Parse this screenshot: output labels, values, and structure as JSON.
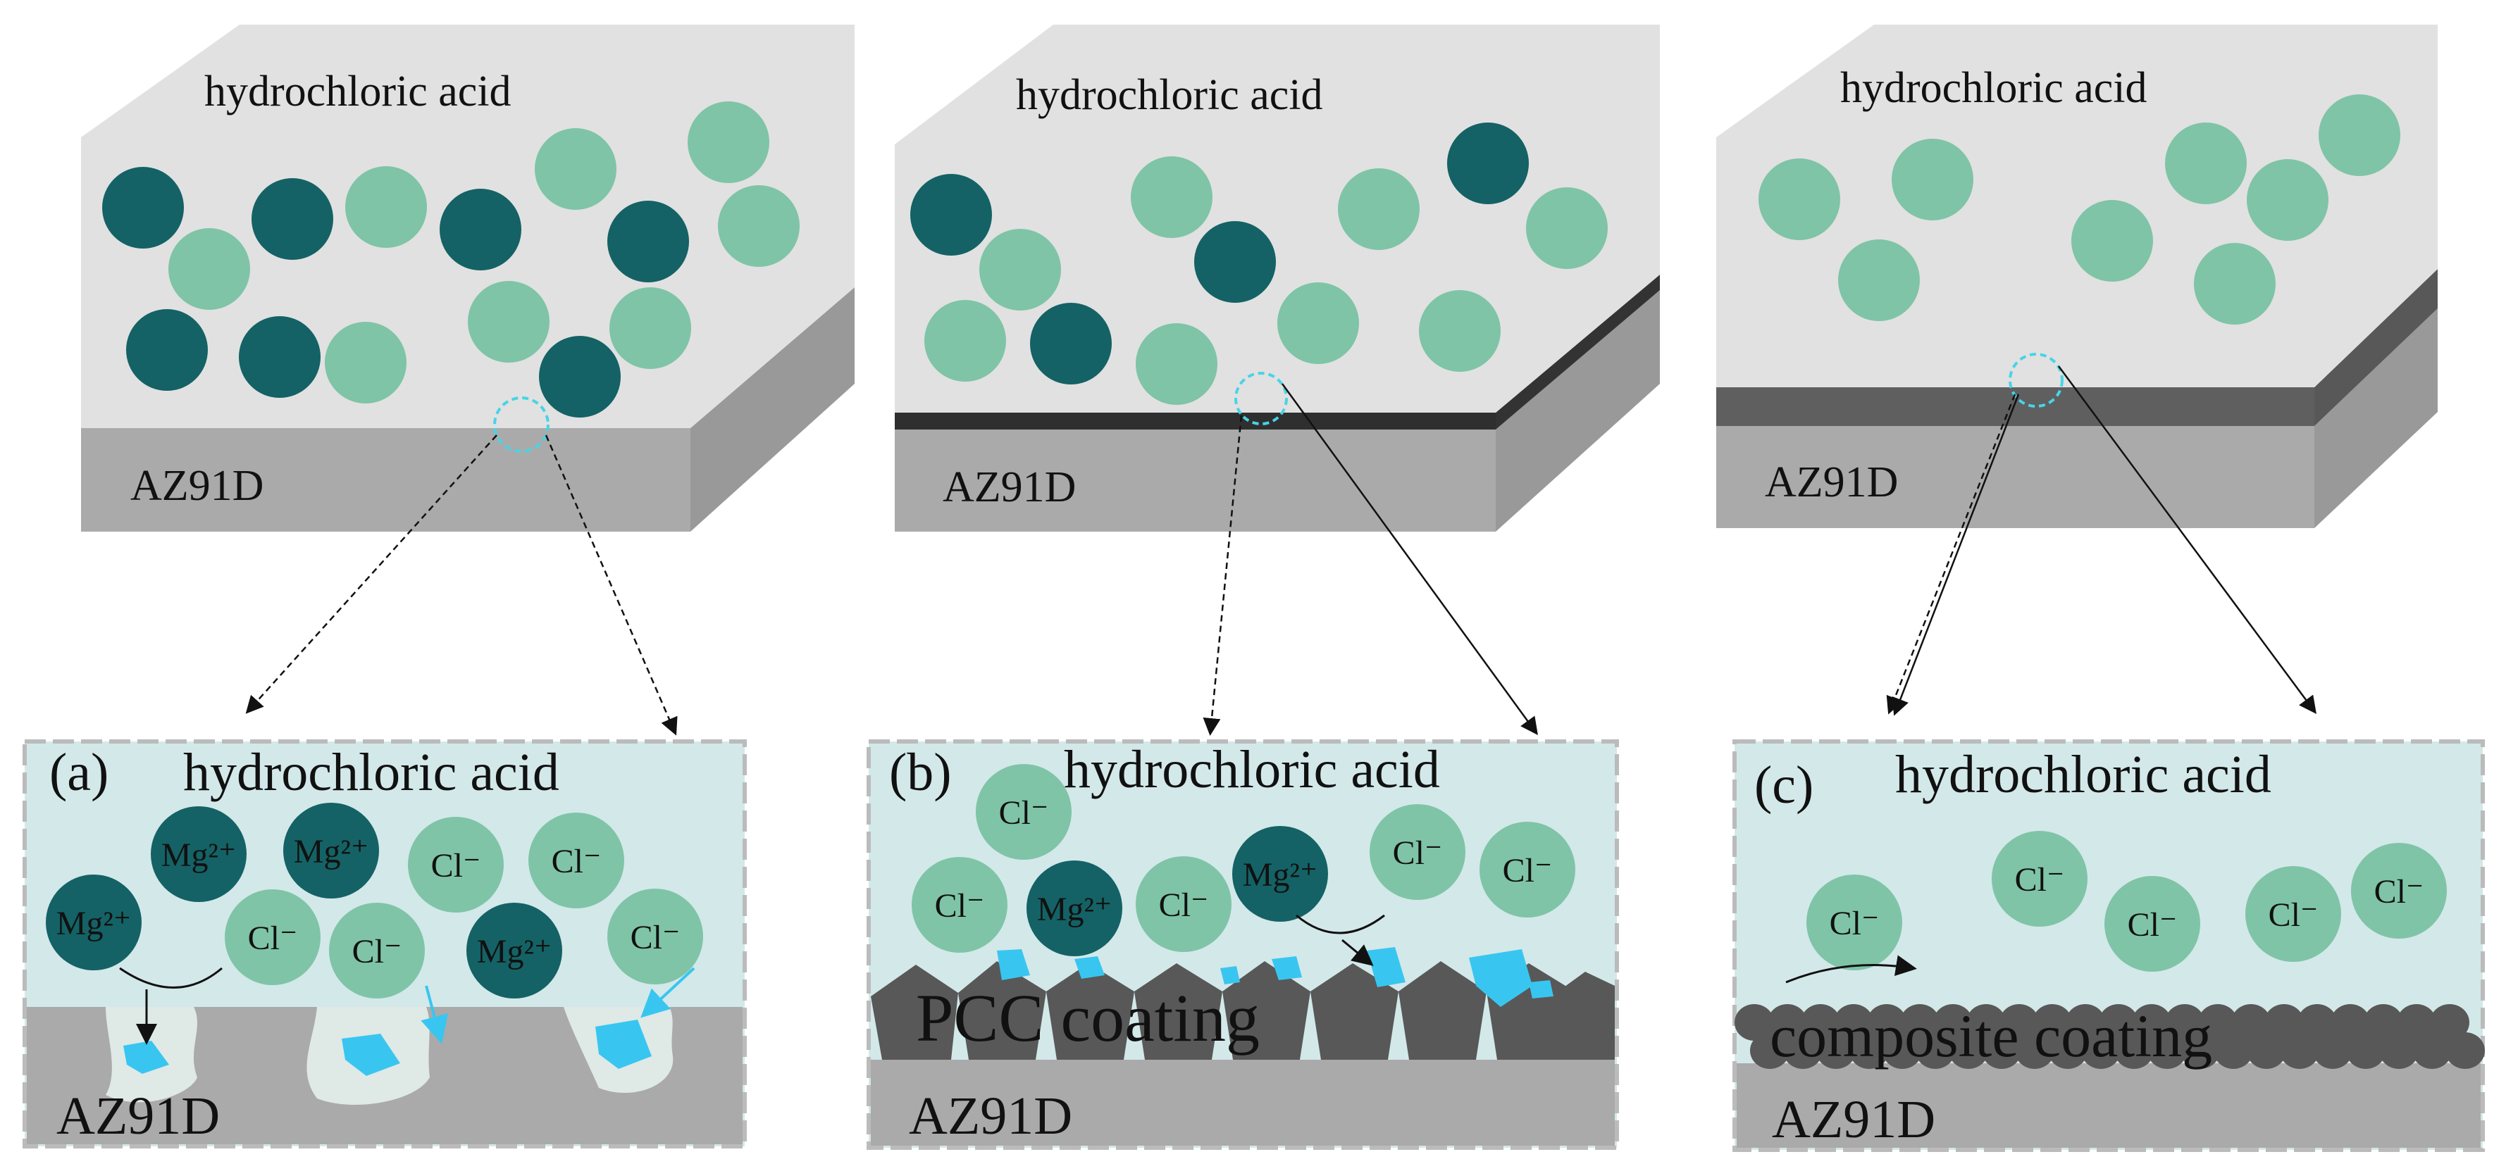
{
  "colors": {
    "acid_top": "#e1e1e1",
    "substrate_front": "#aaaaaa",
    "substrate_side": "#999999",
    "dark_ion": "#146265",
    "light_ion": "#7fc4a7",
    "panel_bg": "#d3e8e9",
    "panel_border": "#bbbbbb",
    "coating": "#585858",
    "corrosion_product": "#38c6f0",
    "pit": "#dfe9e6",
    "zoom_circle": "#47d4e6"
  },
  "top_blocks": [
    {
      "acid_label": "hydrochloric acid",
      "substrate_label": "AZ91D"
    },
    {
      "acid_label": "hydrochloric acid",
      "substrate_label": "AZ91D"
    },
    {
      "acid_label": "hydrochloric acid",
      "substrate_label": "AZ91D"
    }
  ],
  "panels": [
    {
      "letter": "(a)",
      "title": "hydrochloric acid",
      "substrate_label": "AZ91D",
      "ions": [
        "Mg²⁺",
        "Mg²⁺",
        "Mg²⁺",
        "Cl⁻",
        "Cl⁻",
        "Cl⁻",
        "Cl⁻",
        "Mg²⁺",
        "Cl⁻"
      ]
    },
    {
      "letter": "(b)",
      "title": "hydrochloric acid",
      "coating_label": "PCC coating",
      "substrate_label": "AZ91D",
      "ions": [
        "Cl⁻",
        "Cl⁻",
        "Mg²⁺",
        "Cl⁻",
        "Mg²⁺",
        "Cl⁻",
        "Cl⁻"
      ]
    },
    {
      "letter": "(c)",
      "title": "hydrochloric acid",
      "coating_label": "composite coating",
      "substrate_label": "AZ91D",
      "ions": [
        "Cl⁻",
        "Cl⁻",
        "Cl⁻",
        "Cl⁻",
        "Cl⁻"
      ]
    }
  ]
}
